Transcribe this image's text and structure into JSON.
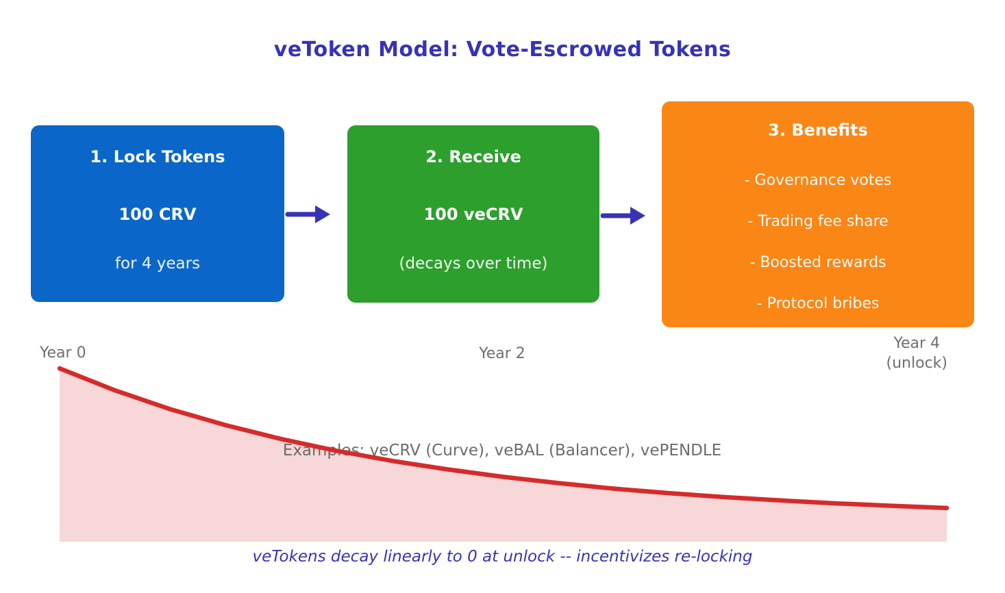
{
  "title": "veToken Model: Vote-Escrowed Tokens",
  "steps": [
    {
      "label": "1. Lock Tokens",
      "value": "100 CRV",
      "note": "for 4 years",
      "color": "#0a67c9"
    },
    {
      "label": "2. Receive",
      "value": "100 veCRV",
      "note": "(decays over time)",
      "color": "#2d9f2d"
    },
    {
      "label": "3. Benefits",
      "items": [
        "- Governance votes",
        "- Trading fee share",
        "- Boosted rewards",
        "- Protocol bribes"
      ],
      "color": "#fa8616"
    }
  ],
  "timeline": {
    "year0": "Year 0",
    "year2": "Year 2",
    "year4_line1": "Year 4",
    "year4_line2": "(unlock)"
  },
  "examples": "Examples: veCRV (Curve), veBAL (Balancer), vePENDLE",
  "caption": "veTokens decay linearly to 0 at unlock -- incentivizes re-locking",
  "colors": {
    "accent": "#3633b5",
    "box_blue": "#0a67c9",
    "box_green": "#2d9f2d",
    "box_orange": "#fa8616",
    "curve_red": "#d62b2b",
    "fill_pink": "#f7d7d7",
    "label_gray": "#6e6e6e"
  },
  "chart_data": {
    "type": "area",
    "x_years": [
      0,
      0.25,
      0.5,
      0.75,
      1,
      1.25,
      1.5,
      1.75,
      2,
      2.25,
      2.5,
      2.75,
      3,
      3.25,
      3.5,
      3.75,
      4
    ],
    "values": [
      100,
      87.3,
      76.4,
      67.2,
      59.2,
      52.4,
      46.6,
      41.7,
      37.4,
      33.8,
      30.6,
      28.0,
      25.7,
      23.8,
      22.1,
      20.7,
      19.4
    ],
    "x_tick_labels": [
      "Year 0",
      "Year 2",
      "Year 4 (unlock)"
    ],
    "xlim_years": [
      0,
      4
    ],
    "ylim": [
      0,
      100
    ],
    "ylabel": "",
    "xlabel": "",
    "grid": false,
    "legend": false,
    "annotation": "Examples: veCRV (Curve), veBAL (Balancer), vePENDLE",
    "caption": "veTokens decay linearly to 0 at unlock -- incentivizes re-locking",
    "line_color": "#d62b2b",
    "fill_color": "#f7d7d7"
  }
}
